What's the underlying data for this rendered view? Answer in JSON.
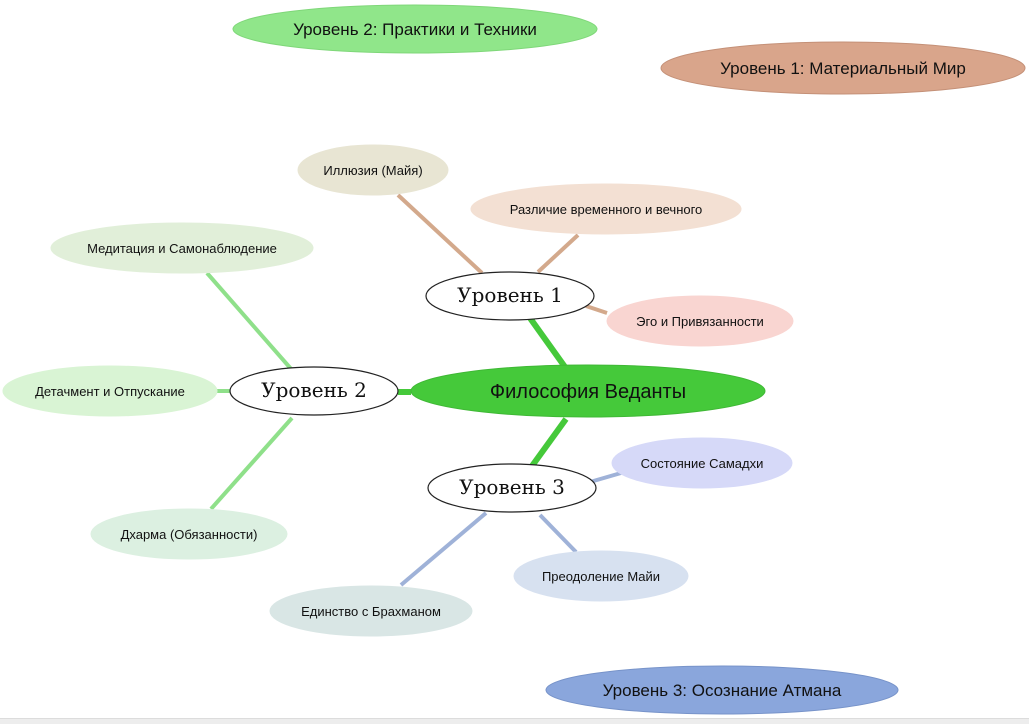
{
  "diagram": {
    "center": {
      "label": "Философия Веданты",
      "fill": "#45c93a",
      "stroke": "#3fb835"
    },
    "levels": [
      {
        "label": "Уровень 1",
        "edge_color": "#45c93a"
      },
      {
        "label": "Уровень 2",
        "edge_color": "#45c93a"
      },
      {
        "label": "Уровень 3",
        "edge_color": "#45c93a"
      }
    ],
    "level1_children": [
      {
        "label": "Иллюзия (Майя)",
        "fill": "#e8e5d3",
        "edge_color": "#d3a98c"
      },
      {
        "label": "Различие временного и вечного",
        "fill": "#f3e0d3",
        "edge_color": "#d3a98c"
      },
      {
        "label": "Эго и Привязанности",
        "fill": "#f9d5d1",
        "edge_color": "#d3a98c"
      }
    ],
    "level2_children": [
      {
        "label": "Медитация и Самонаблюдение",
        "fill": "#e1efd9",
        "edge_color": "#8fe08a"
      },
      {
        "label": "Детачмент и Отпускание",
        "fill": "#d9f4d4",
        "edge_color": "#8fe08a"
      },
      {
        "label": "Дхарма (Обязанности)",
        "fill": "#dcf0e1",
        "edge_color": "#8fe08a"
      }
    ],
    "level3_children": [
      {
        "label": "Состояние Самадхи",
        "fill": "#d6d9f8",
        "edge_color": "#9fb2d8"
      },
      {
        "label": "Преодоление Майи",
        "fill": "#d7e1f0",
        "edge_color": "#9fb2d8"
      },
      {
        "label": "Единство с Брахманом",
        "fill": "#d9e6e5",
        "edge_color": "#9fb2d8"
      }
    ],
    "legend": [
      {
        "label": "Уровень 2: Практики и Техники",
        "fill": "#90e68a",
        "stroke": "#7fd779"
      },
      {
        "label": "Уровень 1: Материальный Мир",
        "fill": "#d9a58b",
        "stroke": "#c49077"
      },
      {
        "label": "Уровень 3: Осознание Атмана",
        "fill": "#8aa6dc",
        "stroke": "#7793c9"
      }
    ]
  }
}
